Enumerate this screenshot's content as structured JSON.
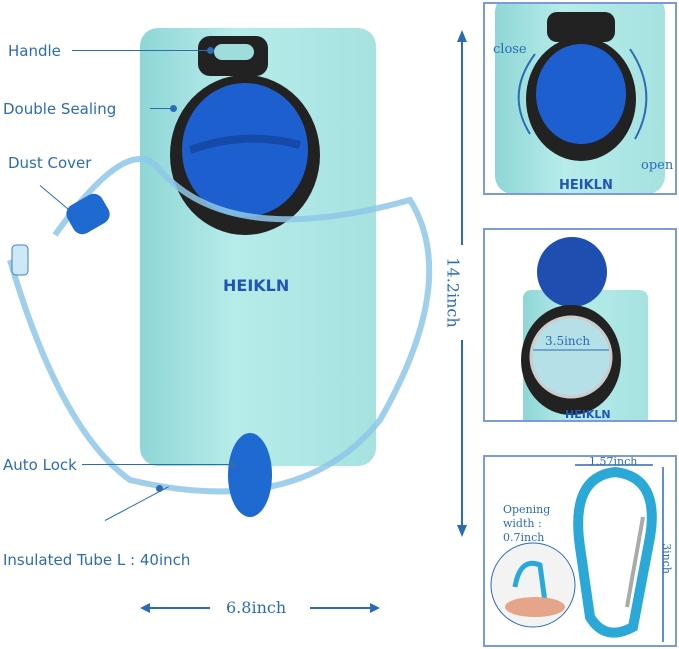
{
  "main": {
    "labels": {
      "handle": "Handle",
      "double_sealing": "Double Sealing",
      "dust_cover": "Dust Cover",
      "auto_lock": "Auto Lock",
      "tube": "Insulated Tube L : 40inch"
    },
    "brand": "HEIKLN",
    "width": "6.8inch",
    "height": "14.2inch"
  },
  "panel_cap": {
    "close": "close",
    "open": "open",
    "brand": "HEIKLN"
  },
  "panel_opening": {
    "diameter": "3.5inch",
    "brand": "HEIKLN"
  },
  "panel_carabiner": {
    "width": "1.57inch",
    "height": "3inch",
    "opening_label": "Opening width : 0.7inch"
  },
  "colors": {
    "label": "#2b6cb5",
    "bag": "#a6e2e0",
    "cap": "#1e5fd0",
    "carabiner": "#2aa8d8",
    "panel_border": "#7b9ad6"
  }
}
